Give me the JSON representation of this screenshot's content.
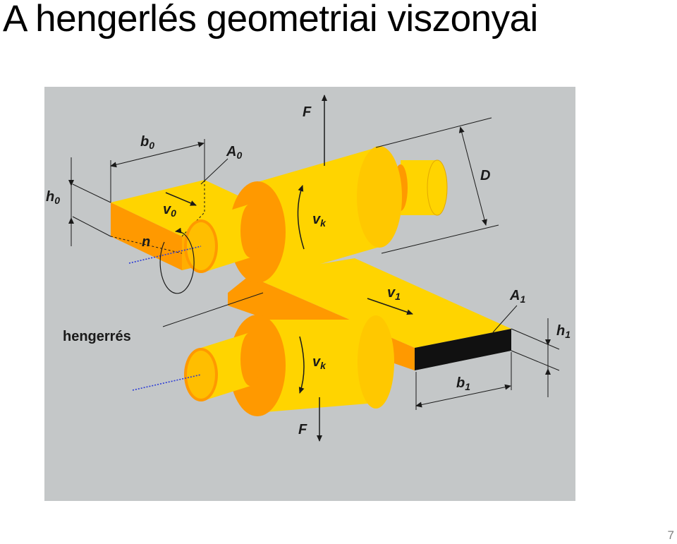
{
  "slide": {
    "title": "A hengerlés geometriai viszonyai",
    "page_number": "7"
  },
  "diagram": {
    "labels": {
      "b0": "b",
      "b0_sub": "0",
      "A0": "A",
      "A0_sub": "0",
      "h0": "h",
      "h0_sub": "0",
      "v0": "v",
      "v0_sub": "0",
      "n": "n",
      "F_top": "F",
      "F_bottom": "F",
      "D": "D",
      "vk_top": "v",
      "vk_top_sub": "k",
      "vk_bottom": "v",
      "vk_bottom_sub": "k",
      "v1": "v",
      "v1_sub": "1",
      "A1": "A",
      "A1_sub": "1",
      "h1": "h",
      "h1_sub": "1",
      "b1": "b",
      "b1_sub": "1",
      "gap": "hengerrés"
    },
    "colors": {
      "background": "#c4c7c8",
      "yellow": "#ffd400",
      "orange": "#ff9900",
      "dark_orange": "#f07f00",
      "black_face": "#111111",
      "axis_dotted": "#2b3bd6"
    }
  }
}
